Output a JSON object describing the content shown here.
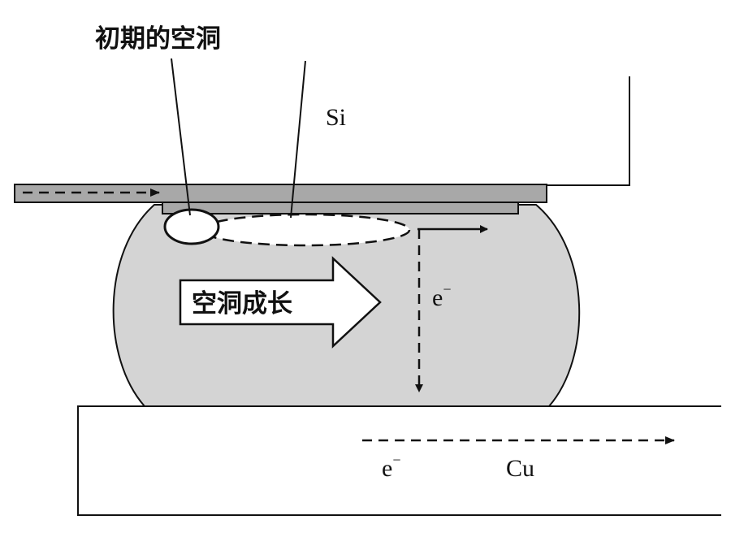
{
  "labels": {
    "initial_void": "初期的空洞",
    "silicon": "Si",
    "void_growth": "空洞成长",
    "electron_vertical": "e",
    "electron_vertical_sup": "−",
    "electron_copper": "e",
    "electron_copper_sup": "−",
    "copper": "Cu"
  },
  "colors": {
    "bump_fill": "#d4d4d4",
    "trace_fill": "#a8a8a8",
    "outline": "#111111",
    "background": "#ffffff"
  }
}
